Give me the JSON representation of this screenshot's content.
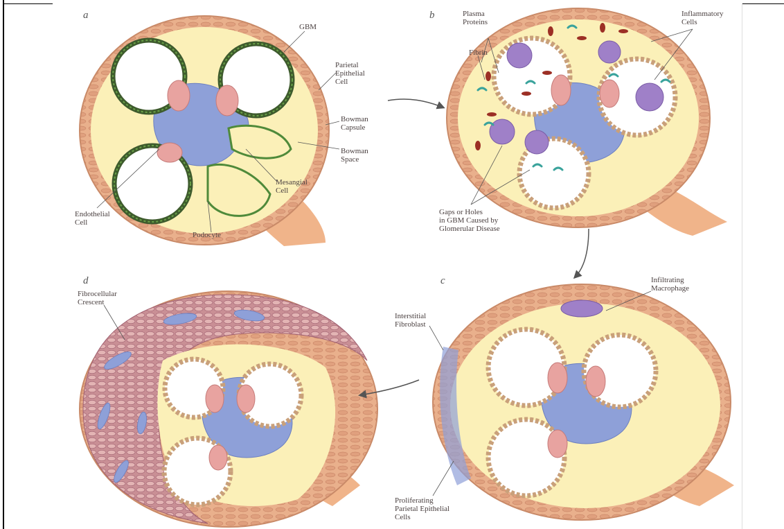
{
  "figure": {
    "panels": [
      {
        "id": "a",
        "letter": "a"
      },
      {
        "id": "b",
        "letter": "b"
      },
      {
        "id": "c",
        "letter": "c"
      },
      {
        "id": "d",
        "letter": "d"
      }
    ]
  },
  "labels": {
    "a_gbm": "GBM",
    "a_parietal_1": "Parietal",
    "a_parietal_2": "Epithelial",
    "a_parietal_3": "Cell",
    "a_bowman_capsule_1": "Bowman",
    "a_bowman_capsule_2": "Capsule",
    "a_bowman_space_1": "Bowman",
    "a_bowman_space_2": "Space",
    "a_mesangial_1": "Mesangial",
    "a_mesangial_2": "Cell",
    "a_endothelial_1": "Endothelial",
    "a_endothelial_2": "Cell",
    "a_podocyte": "Podocyte",
    "b_plasma_1": "Plasma",
    "b_plasma_2": "Proteins",
    "b_inflammatory_1": "Inflammatory",
    "b_inflammatory_2": "Cells",
    "b_fibrin": "Fibrin",
    "b_gaps_1": "Gaps or Holes",
    "b_gaps_2": "in GBM Caused by",
    "b_gaps_3": "Glomerular Disease",
    "c_infiltrating_1": "Infiltrating",
    "c_infiltrating_2": "Macrophage",
    "c_interstitial_1": "Interstitial",
    "c_interstitial_2": "Fibroblast",
    "c_proliferating_1": "Proliferating",
    "c_proliferating_2": "Parietal Epithelial",
    "c_proliferating_3": "Cells",
    "d_crescent_1": "Fibrocellular",
    "d_crescent_2": "Crescent"
  },
  "colors": {
    "capsule": "#e9b58e",
    "capsule_edge": "#c98a68",
    "space": "#fbf0b8",
    "gbm": "#4f8a3a",
    "gbm_dark": "#3e5b2d",
    "mesangium": "#8ea0d8",
    "endothelial": "#e8a3a0",
    "lumen": "#ffffff",
    "stalk": "#f2b990",
    "rbc": "#9c2f25",
    "leukocyte": "#9f80c8",
    "fibrin": "#3aa39c",
    "crescent": "#c99699",
    "arrow": "#555555"
  }
}
